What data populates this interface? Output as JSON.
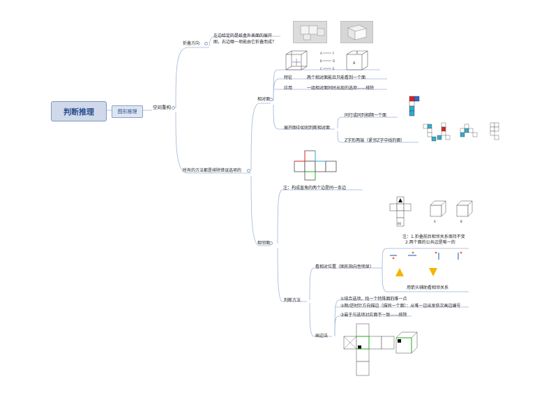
{
  "root": {
    "label": "判断推理"
  },
  "main_topic": {
    "label": "图形推理"
  },
  "level1": {
    "spatial": "空间重构"
  },
  "branch_fold": {
    "label": "折叠方向",
    "question_line1": "左边给定的是纸盒外表面的展开",
    "question_line2": "图，右边哪一项能由它折叠而成？"
  },
  "branch_all": {
    "label": "所有的方法都是排除错误选项的"
  },
  "opposite": {
    "label": "相对面",
    "trait_label": "特征",
    "trait_text": "两个相对面能且只能看到一个面",
    "use_label": "应用",
    "use_text": "一组相对面同时出现的选项——排除",
    "find_label": "展开图中如何判断相对面",
    "rule1": "同行或同列相隔一个面",
    "rule2": "Z字形两端（紧邻Z字中线的面）",
    "cube_letters": [
      "A",
      "E"
    ],
    "pair_letters": [
      "A",
      "F",
      "B",
      "D",
      "C",
      "E"
    ]
  },
  "adjacent": {
    "label": "相邻面",
    "note": "注：构成直角的两个边是同一条边",
    "note2_line1": "注：1.折叠前后相邻关系保持不变",
    "note2_line2": "2.两个面的公共边是唯一的",
    "option_a": "A",
    "option_b": "B",
    "method_label": "判断方法",
    "relative_pos": "看相对位置（图形指向性明显）",
    "arrow_hint": "用箭头辅助看相邻关系",
    "draw_edge": "画边法",
    "step1": "①结合选项，找一个特殊面的唯一点",
    "step2": "②顺/逆时针方向描边（描同一个面）：从唯一边出发依次画边编号",
    "step3": "③最于与选项对应面不一致——排除",
    "net_number": "66"
  }
}
